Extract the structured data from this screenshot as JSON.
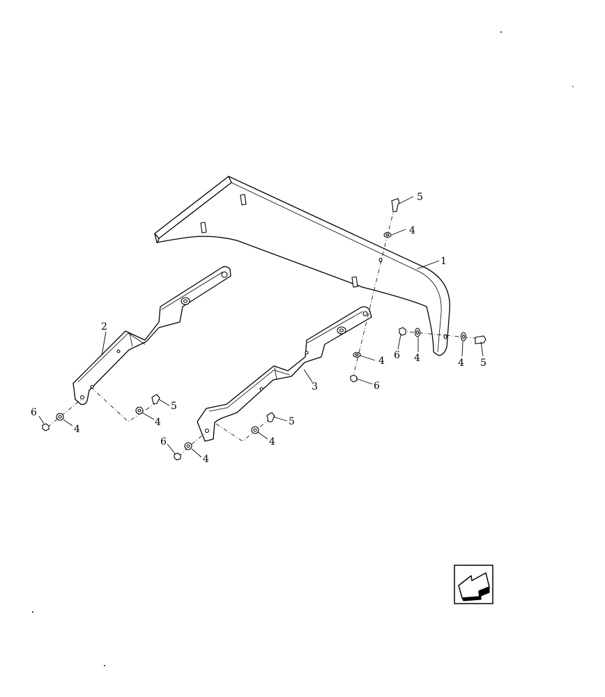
{
  "diagram": {
    "callouts": {
      "c1": "1",
      "c2": "2",
      "c3": "3",
      "c4": "4",
      "c5": "5",
      "c6": "6"
    },
    "nav_icon": "arrow-left-down-icon"
  }
}
